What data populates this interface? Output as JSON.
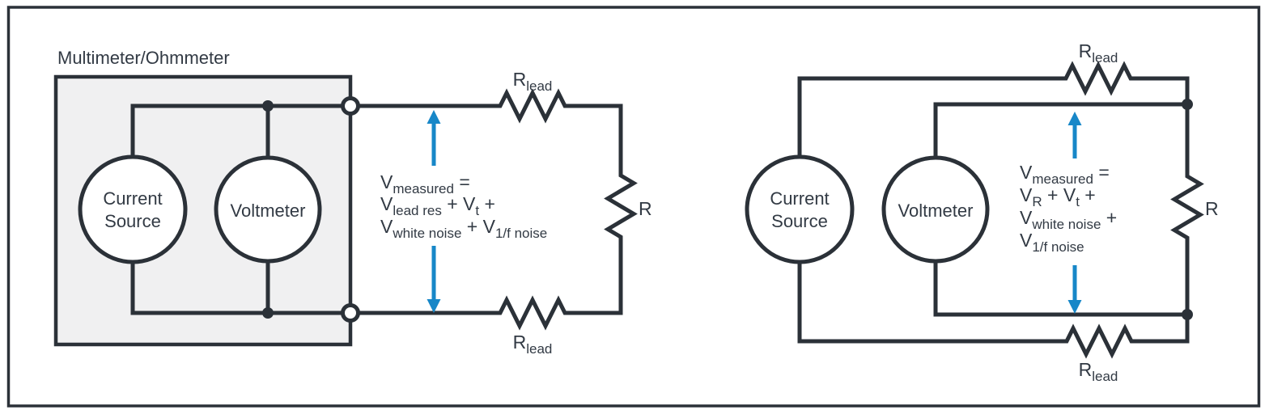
{
  "colors": {
    "wire": "#2b3138",
    "text": "#323a44",
    "arrow": "#1787c8",
    "box_fill": "#f0f0f1",
    "background": "#ffffff"
  },
  "left_circuit": {
    "box_label": "Multimeter/Ohmmeter",
    "current_source": {
      "line1": "Current",
      "line2": "Source"
    },
    "voltmeter_label": "Voltmeter",
    "r_lead_top": {
      "base": "R",
      "sub": "lead"
    },
    "r_lead_bottom": {
      "base": "R",
      "sub": "lead"
    },
    "r_label": "R",
    "equation": {
      "l1_v": "V",
      "l1_sub": "measured",
      "l1_rest": " =",
      "l2_v": "V",
      "l2_sub": "lead res",
      "l2_mid": " + V",
      "l2_sub2": "t",
      "l2_end": " +",
      "l3_v": "V",
      "l3_sub": "white noise",
      "l3_mid": " + V",
      "l3_sub2": "1/f noise"
    }
  },
  "right_circuit": {
    "current_source": {
      "line1": "Current",
      "line2": "Source"
    },
    "voltmeter_label": "Voltmeter",
    "r_lead_top": {
      "base": "R",
      "sub": "lead"
    },
    "r_lead_bottom": {
      "base": "R",
      "sub": "lead"
    },
    "r_label": "R",
    "equation": {
      "l1_v": "V",
      "l1_sub": "measured",
      "l1_rest": " =",
      "l2_v": "V",
      "l2_sub": "R",
      "l2_mid": " + V",
      "l2_sub2": "t",
      "l2_end": " +",
      "l3_v": "V",
      "l3_sub": "white noise",
      "l3_end": " +",
      "l4_v": "V",
      "l4_sub": "1/f noise"
    }
  }
}
